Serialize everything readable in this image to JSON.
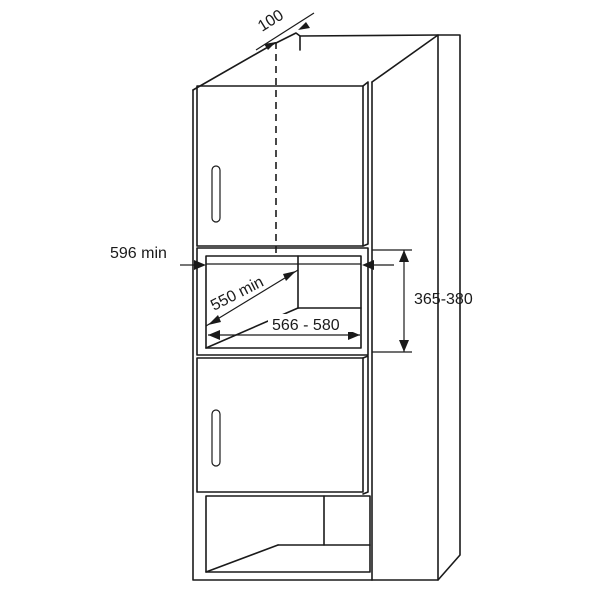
{
  "labels": {
    "depth_top": "100",
    "width_min": "596 min",
    "depth_min": "550 min",
    "width_range": "566 - 580",
    "height_range": "365-380"
  }
}
